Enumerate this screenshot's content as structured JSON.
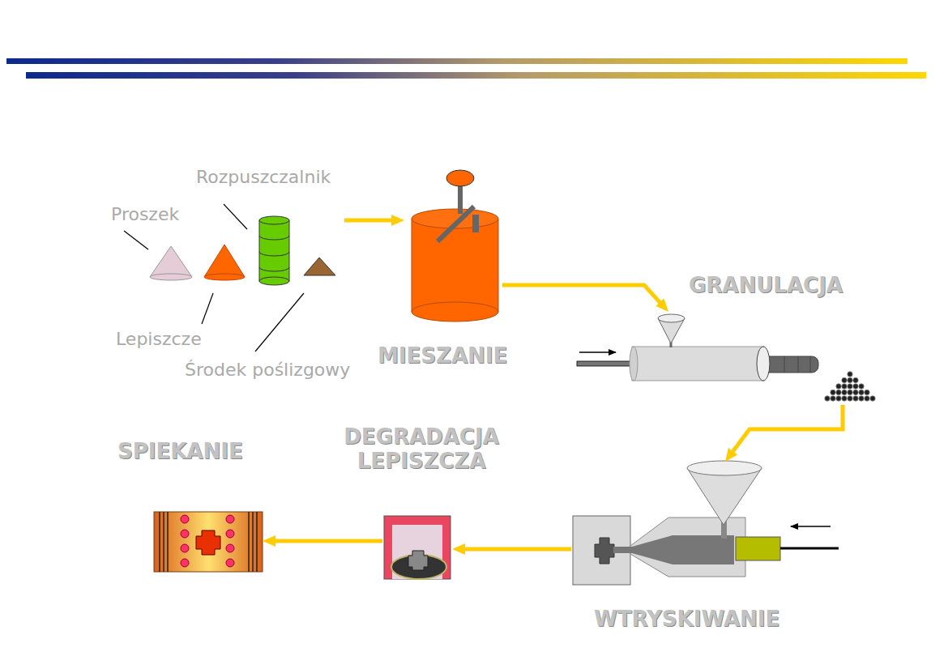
{
  "diagram": {
    "nodes": [
      {
        "text": [
          "MIESZANIE"
        ]
      },
      {
        "text": [
          "GRANULACJA"
        ]
      },
      {
        "text": [
          "WTRYSKIWANIE"
        ]
      },
      {
        "text": [
          "DEGRADACJA LEPISZCZA"
        ]
      },
      {
        "text": [
          "SPIEKANIE"
        ]
      }
    ],
    "edges": [
      {
        "from": 0,
        "to": 1,
        "arrow": "to"
      },
      {
        "from": 1,
        "to": 2,
        "arrow": "to"
      },
      {
        "from": 2,
        "to": 3,
        "arrow": "to"
      },
      {
        "from": 3,
        "to": 4,
        "arrow": "to"
      }
    ],
    "labels": [
      "Rozpuszczalnik",
      "Proszek",
      "Lepiszcze",
      "Środek poślizgowy"
    ]
  }
}
